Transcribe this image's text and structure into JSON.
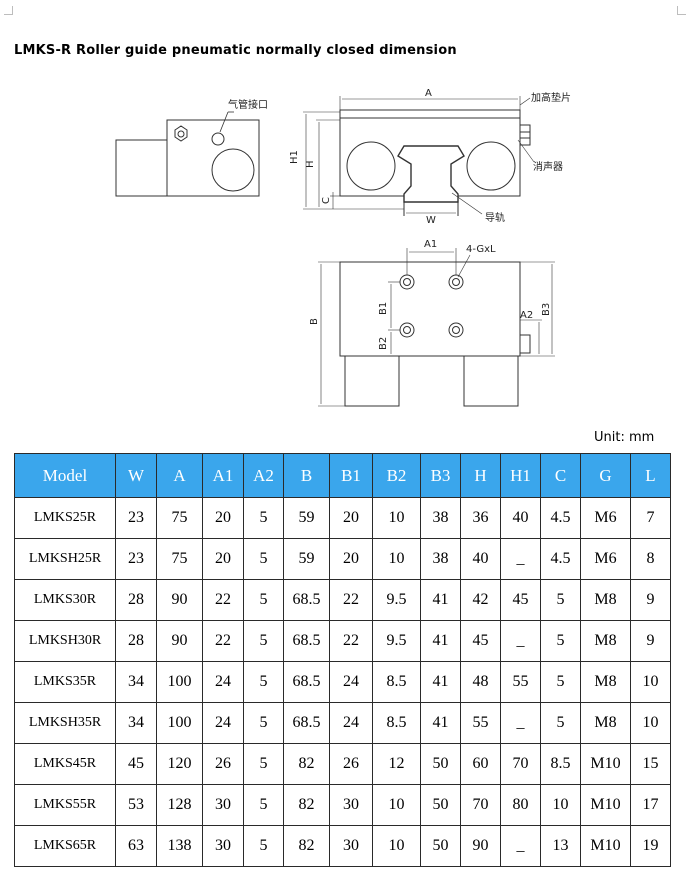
{
  "title": "LMKS-R Roller guide pneumatic normally closed dimension",
  "drawing": {
    "labels": {
      "air_port": "气管接口",
      "spacer": "加高垫片",
      "muffler": "消声器",
      "rail": "导轨",
      "A": "A",
      "H1": "H1",
      "H": "H",
      "C": "C",
      "W": "W",
      "A1": "A1",
      "GxL": "4-GxL",
      "B": "B",
      "B1": "B1",
      "B2": "B2",
      "B3": "B3",
      "A2": "A2"
    }
  },
  "unit": "Unit:  mm",
  "table": {
    "headers": [
      "Model",
      "W",
      "A",
      "A1",
      "A2",
      "B",
      "B1",
      "B2",
      "B3",
      "H",
      "H1",
      "C",
      "G",
      "L"
    ],
    "rows": [
      [
        "LMKS25R",
        "23",
        "75",
        "20",
        "5",
        "59",
        "20",
        "10",
        "38",
        "36",
        "40",
        "4.5",
        "M6",
        "7"
      ],
      [
        "LMKSH25R",
        "23",
        "75",
        "20",
        "5",
        "59",
        "20",
        "10",
        "38",
        "40",
        "_",
        "4.5",
        "M6",
        "8"
      ],
      [
        "LMKS30R",
        "28",
        "90",
        "22",
        "5",
        "68.5",
        "22",
        "9.5",
        "41",
        "42",
        "45",
        "5",
        "M8",
        "9"
      ],
      [
        "LMKSH30R",
        "28",
        "90",
        "22",
        "5",
        "68.5",
        "22",
        "9.5",
        "41",
        "45",
        "_",
        "5",
        "M8",
        "9"
      ],
      [
        "LMKS35R",
        "34",
        "100",
        "24",
        "5",
        "68.5",
        "24",
        "8.5",
        "41",
        "48",
        "55",
        "5",
        "M8",
        "10"
      ],
      [
        "LMKSH35R",
        "34",
        "100",
        "24",
        "5",
        "68.5",
        "24",
        "8.5",
        "41",
        "55",
        "_",
        "5",
        "M8",
        "10"
      ],
      [
        "LMKS45R",
        "45",
        "120",
        "26",
        "5",
        "82",
        "26",
        "12",
        "50",
        "60",
        "70",
        "8.5",
        "M10",
        "15"
      ],
      [
        "LMKS55R",
        "53",
        "128",
        "30",
        "5",
        "82",
        "30",
        "10",
        "50",
        "70",
        "80",
        "10",
        "M10",
        "17"
      ],
      [
        "LMKS65R",
        "63",
        "138",
        "30",
        "5",
        "82",
        "30",
        "10",
        "50",
        "90",
        "_",
        "13",
        "M10",
        "19"
      ]
    ]
  }
}
